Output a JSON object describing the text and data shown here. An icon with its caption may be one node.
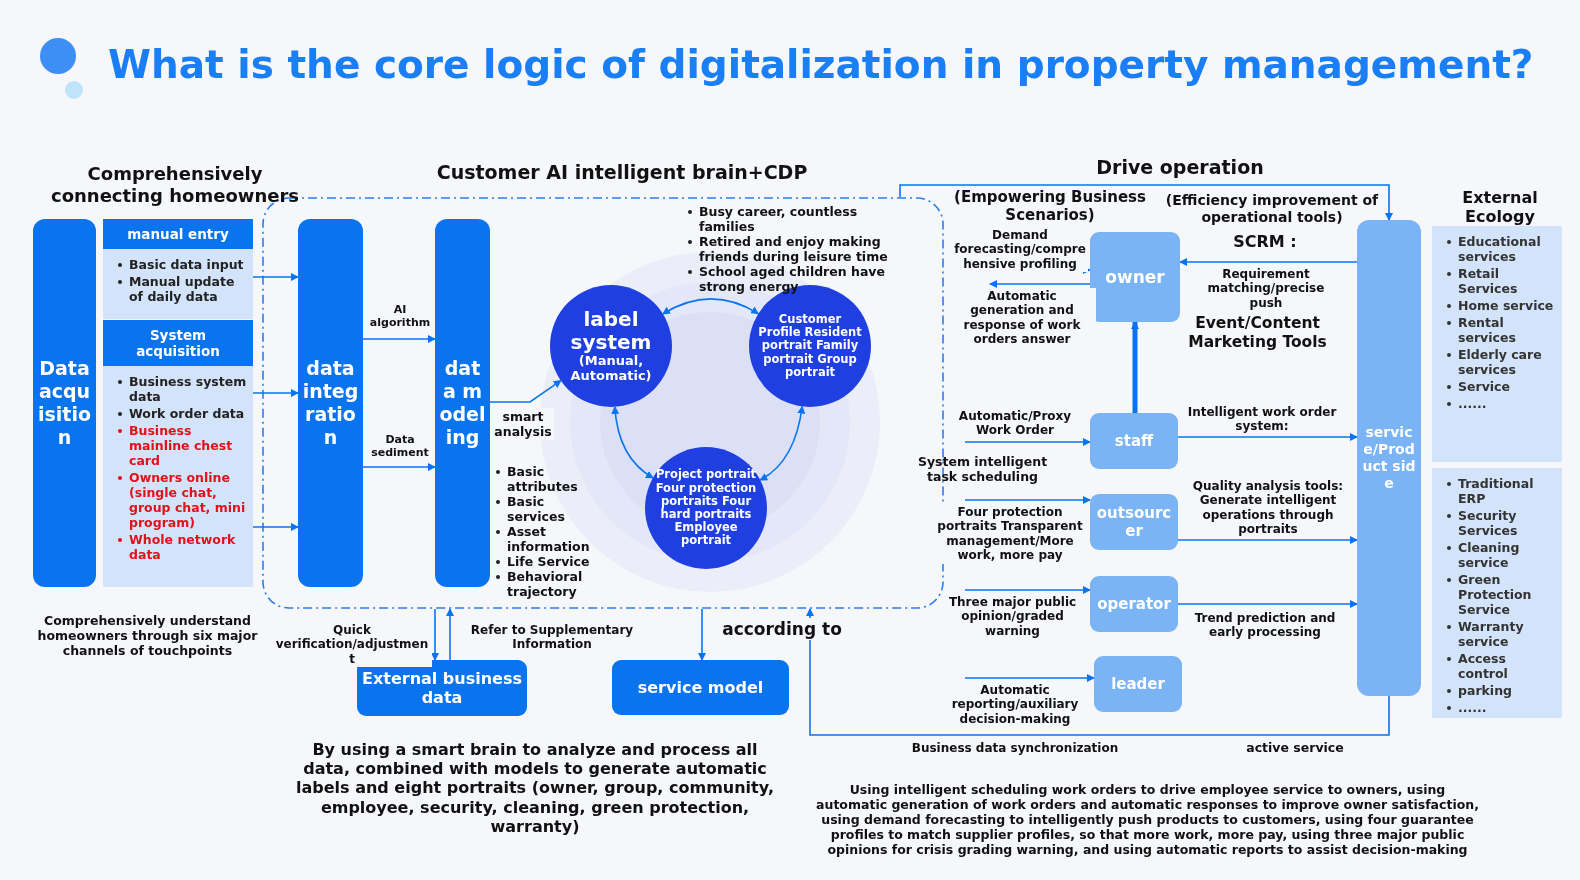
{
  "diagram": {
    "title": "What is the core logic of digitalization in property management?",
    "nodes": [
      {
        "text": [
          "Data acquisition"
        ]
      },
      {
        "text": [
          "manual entry",
          "Basic data input",
          "Manual update of daily data"
        ]
      },
      {
        "text": [
          "System acquisition",
          "Business system data",
          "Work order data",
          "Business mainline chest card",
          "Owners online (single chat, group chat, mini program)",
          "Whole network data"
        ]
      },
      {
        "text": [
          "Customer AI intelligent brain+CDP"
        ]
      },
      {
        "text": [
          "data integration"
        ],
        "in": 3
      },
      {
        "text": [
          "data modeling"
        ],
        "in": 3
      },
      {
        "text": [
          "label system",
          "(Manual, Automatic)"
        ],
        "in": 3
      },
      {
        "text": [
          "Customer Profile Resident portrait Family portrait Group portrait"
        ],
        "in": 3,
        "beside": [
          "Busy career, countless families",
          "Retired and enjoy making friends during leisure time",
          "School aged children have strong energy"
        ]
      },
      {
        "text": [
          "Project portrait Four protection portraits Four hard portraits Employee portrait"
        ],
        "in": 3
      },
      {
        "text": [
          "External business data"
        ]
      },
      {
        "text": [
          "service model"
        ]
      },
      {
        "text": [
          "owner"
        ]
      },
      {
        "text": [
          "staff"
        ]
      },
      {
        "text": [
          "outsourcer"
        ]
      },
      {
        "text": [
          "operator"
        ]
      },
      {
        "text": [
          "leader"
        ]
      },
      {
        "text": [
          "service/Product side"
        ]
      },
      {
        "text": [
          "Educational services",
          "Retail Services",
          "Home service",
          "Rental services",
          "Elderly care services",
          "Service",
          "......"
        ]
      },
      {
        "text": [
          "Traditional ERP",
          "Security Services",
          "Cleaning service",
          "Green Protection Service",
          "Warranty service",
          "Access control",
          "parking",
          "......"
        ]
      }
    ],
    "edges": [
      {
        "from": 1,
        "to": 4,
        "arrow": "to"
      },
      {
        "from": 2,
        "to": 4,
        "arrow": "to"
      },
      {
        "from": 2,
        "to": 4,
        "arrow": "to"
      },
      {
        "from": 4,
        "to": 5,
        "arrow": "to",
        "label": "AI algorithm"
      },
      {
        "from": 4,
        "to": 5,
        "arrow": "to",
        "label": "Data sediment"
      },
      {
        "from": 5,
        "to": 6,
        "arrow": "to",
        "label": "smart analysis"
      },
      {
        "from": 6,
        "to": 7,
        "arrow": "both"
      },
      {
        "from": 6,
        "to": 8,
        "arrow": "both"
      },
      {
        "from": 7,
        "to": 8,
        "arrow": "both"
      },
      {
        "from": 3,
        "to": 9,
        "arrow": "to",
        "label": "Quick verification/adjustment"
      },
      {
        "from": 9,
        "to": 3,
        "arrow": "to",
        "label": "Refer to Supplementary Information"
      },
      {
        "from": 3,
        "to": 10,
        "arrow": "to",
        "label": "according to"
      },
      {
        "from": 3,
        "to": 16,
        "arrow": "to",
        "label": "Drive operation"
      },
      {
        "from": null,
        "to": 11,
        "arrow": "to",
        "label": "Demand forecasting/comprehensive profiling"
      },
      {
        "from": 11,
        "to": null,
        "arrow": "to",
        "label": "Automatic generation and response of work orders answer"
      },
      {
        "from": 16,
        "to": 11,
        "arrow": "to",
        "label": "Requirement matching/precise push"
      },
      {
        "from": 12,
        "to": 11,
        "arrow": "to",
        "style": "thick"
      },
      {
        "from": null,
        "to": 12,
        "arrow": "to",
        "label": "Automatic/Proxy Work Order"
      },
      {
        "from": 12,
        "to": 16,
        "arrow": "to",
        "label": "Intelligent work order system:"
      },
      {
        "from": null,
        "to": 13,
        "arrow": "to",
        "label": "Four protection portraits Transparent management/More work, more pay"
      },
      {
        "from": 13,
        "to": 16,
        "arrow": "to",
        "label": "Quality analysis tools: Generate intelligent operations through portraits"
      },
      {
        "from": null,
        "to": 14,
        "arrow": "to",
        "label": "Three major public opinion/graded warning"
      },
      {
        "from": 14,
        "to": 16,
        "arrow": "to",
        "label": "Trend prediction and early processing"
      },
      {
        "from": null,
        "to": 15,
        "arrow": "to",
        "label": "Automatic reporting/auxiliary decision-making"
      },
      {
        "from": 16,
        "to": 3,
        "arrow": "to",
        "label": "Business data synchronization"
      }
    ],
    "labels": [
      "Comprehensively connecting homeowners",
      "Comprehensively understand homeowners through six major channels of touchpoints",
      "Basic attributes",
      "Basic services",
      "Asset information",
      "Life Service",
      "Behavioral trajectory",
      "By using a smart brain to analyze and process all data, combined with models to generate automatic labels and eight portraits (owner, group, community, employee, security, cleaning, green protection, warranty)",
      "(Empowering Business Scenarios)",
      "System intelligent task scheduling",
      "(Efficiency improvement of operational tools)",
      "SCRM :",
      "Event/Content Marketing Tools",
      "External Ecology",
      "active service",
      "Using intelligent scheduling work orders to drive employee service to owners, using automatic generation of work orders and automatic responses to improve owner satisfaction, using demand forecasting to intelligently push products to customers, using four guarantee profiles to match supplier profiles, so that more work, more pay, using three major public opinions for crisis grading warning, and using automatic reports to assist decision-making"
    ]
  }
}
